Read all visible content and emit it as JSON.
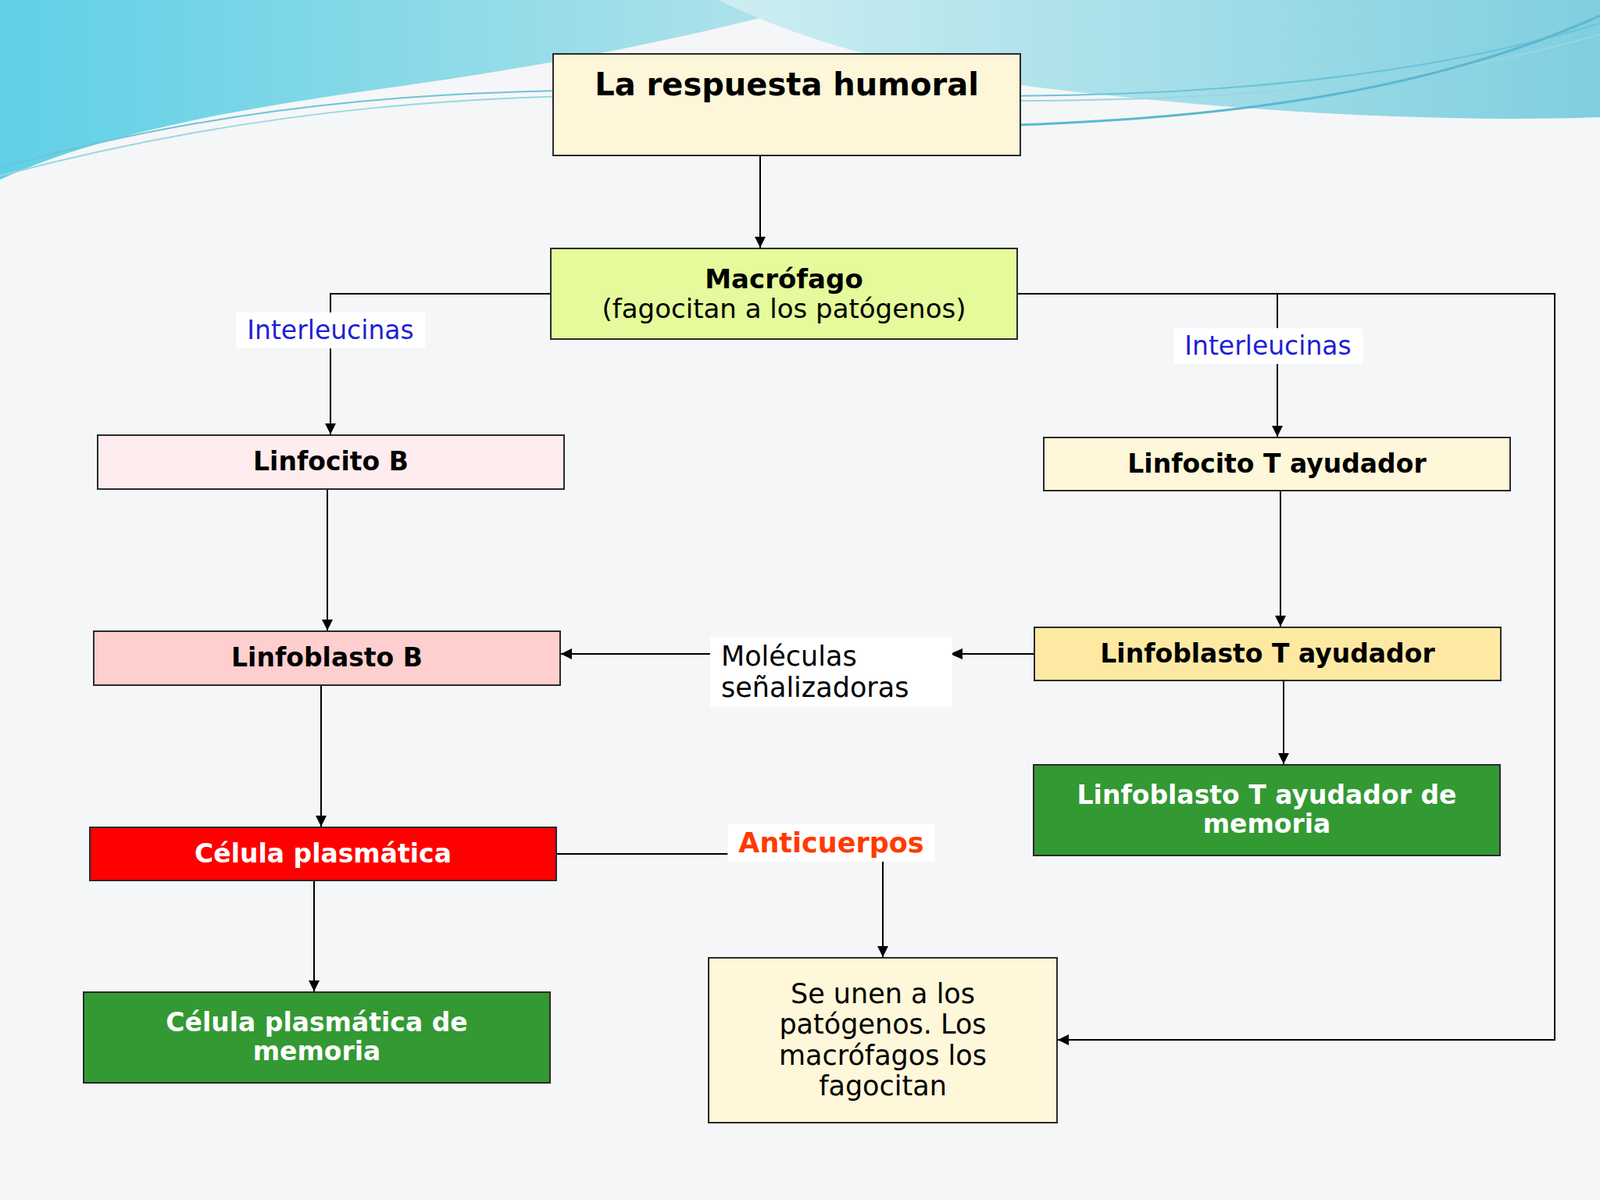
{
  "diagram": {
    "nodes": [
      {
        "text": [
          "La respuesta humoral"
        ]
      },
      {
        "text": [
          "Macrófago",
          "(fagocitan a los patógenos)"
        ]
      },
      {
        "text": [
          "Linfocito B"
        ]
      },
      {
        "text": [
          "Linfocito T ayudador"
        ]
      },
      {
        "text": [
          "Linfoblasto B"
        ]
      },
      {
        "text": [
          "Linfoblasto T ayudador"
        ]
      },
      {
        "text": [
          "Linfoblasto T ayudador de memoria"
        ]
      },
      {
        "text": [
          "Célula plasmática"
        ]
      },
      {
        "text": [
          "Célula plasmática de memoria"
        ]
      },
      {
        "text": [
          "Se unen a los patógenos. Los macrófagos los fagocitan"
        ]
      }
    ],
    "edges": [
      {
        "from": 0,
        "to": 1,
        "arrow": "to"
      },
      {
        "from": 1,
        "to": 2,
        "label": "Interleucinas",
        "arrow": "to"
      },
      {
        "from": 1,
        "to": 3,
        "label": "Interleucinas",
        "arrow": "to"
      },
      {
        "from": 2,
        "to": 4,
        "arrow": "to"
      },
      {
        "from": 3,
        "to": 5,
        "arrow": "to"
      },
      {
        "from": 5,
        "to": 4,
        "label": "Moléculas señalizadoras",
        "arrow": "to"
      },
      {
        "from": 4,
        "to": 7,
        "arrow": "to"
      },
      {
        "from": 5,
        "to": 6,
        "arrow": "to"
      },
      {
        "from": 7,
        "to": 8,
        "arrow": "to"
      },
      {
        "from": 7,
        "to": 9,
        "label": "Anticuerpos",
        "arrow": "to"
      },
      {
        "from": 1,
        "to": 9,
        "arrow": "to"
      }
    ]
  }
}
